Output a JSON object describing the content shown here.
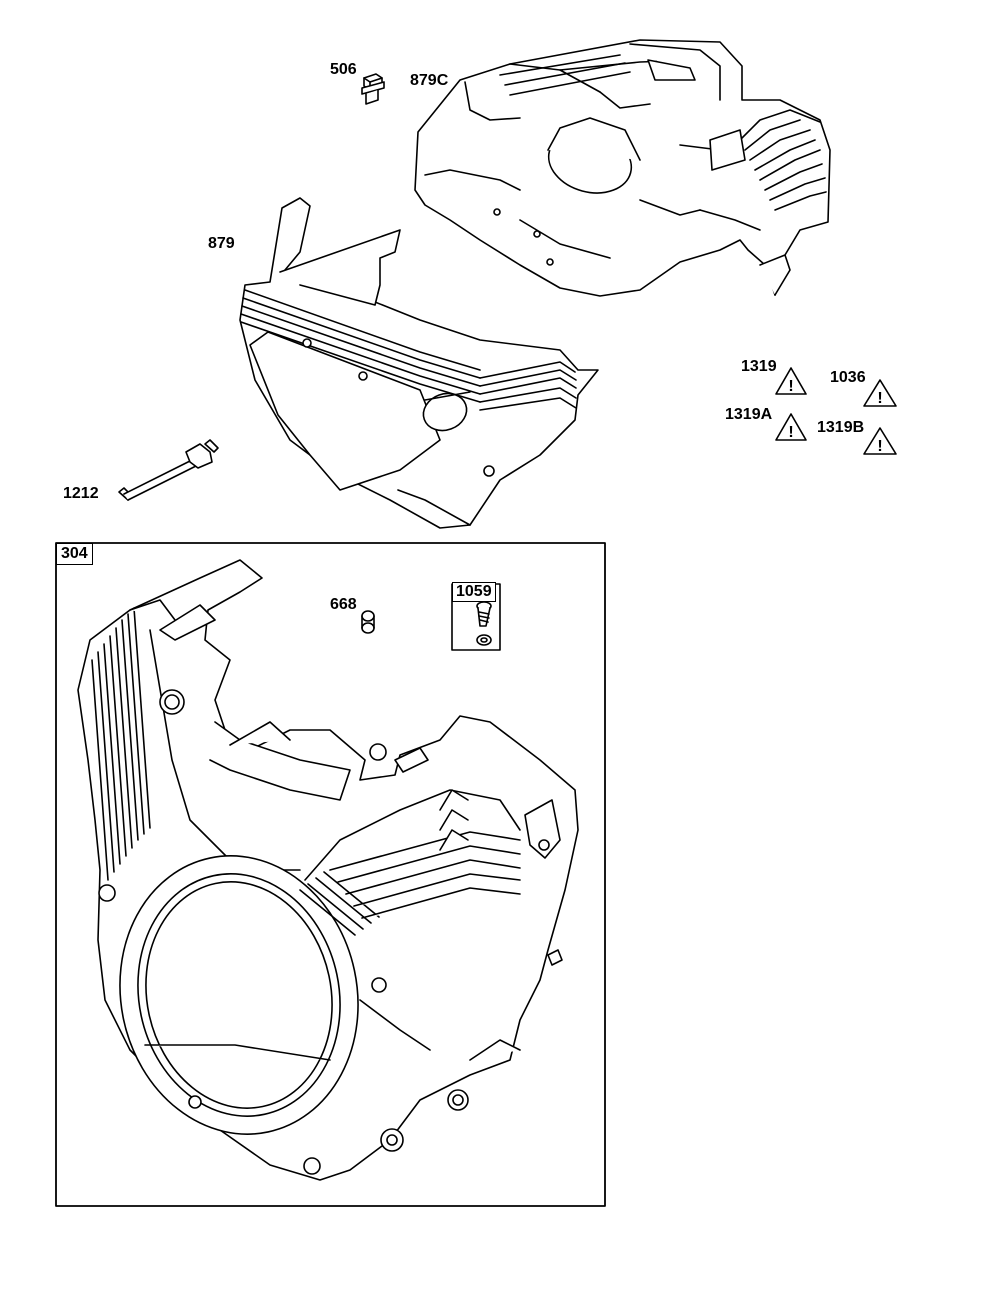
{
  "diagram": {
    "stroke_color": "#000000",
    "fill_color": "#ffffff"
  },
  "parts": {
    "p506": "506",
    "p879C": "879C",
    "p879": "879",
    "p1319": "1319",
    "p1036": "1036",
    "p1319A": "1319A",
    "p1319B": "1319B",
    "p1212": "1212",
    "p668": "668"
  },
  "kits": {
    "k304": "304",
    "k1059": "1059"
  },
  "icons": {
    "warning": "warning-triangle-icon"
  }
}
